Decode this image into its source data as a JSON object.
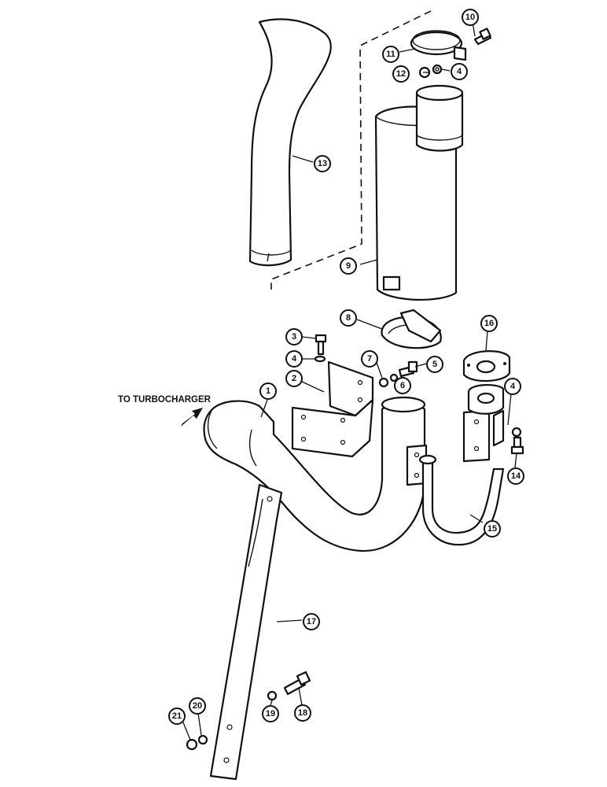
{
  "diagram": {
    "note": "TO TURBOCHARGER",
    "callouts": [
      "1",
      "2",
      "3",
      "4",
      "5",
      "6",
      "7",
      "8",
      "9",
      "10",
      "11",
      "12",
      "13",
      "14",
      "15",
      "16",
      "17",
      "18",
      "19",
      "20",
      "21"
    ],
    "repeat_label": "4"
  }
}
